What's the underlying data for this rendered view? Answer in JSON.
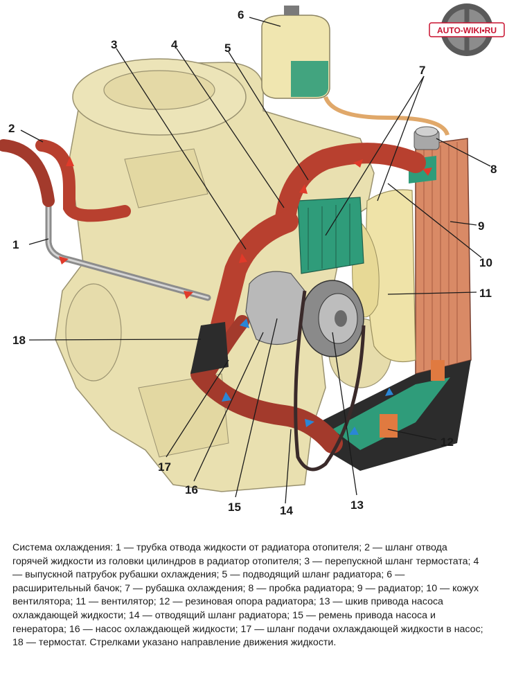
{
  "logo": {
    "text": "AUTO-WIKI•RU"
  },
  "callouts": [
    {
      "num": "1"
    },
    {
      "num": "2"
    },
    {
      "num": "3"
    },
    {
      "num": "4"
    },
    {
      "num": "5"
    },
    {
      "num": "6"
    },
    {
      "num": "7"
    },
    {
      "num": "8"
    },
    {
      "num": "9"
    },
    {
      "num": "10"
    },
    {
      "num": "11"
    },
    {
      "num": "12"
    },
    {
      "num": "13"
    },
    {
      "num": "14"
    },
    {
      "num": "15"
    },
    {
      "num": "16"
    },
    {
      "num": "17"
    },
    {
      "num": "18"
    }
  ],
  "caption": "Система охлаждения: 1 — трубка отвода жидкости от радиатора отопителя; 2 — шланг отвода горячей жидкости из головки цилиндров в радиатор отопителя; 3 — перепускной шланг термостата; 4 — выпускной патрубок рубашки охлаждения; 5 — подводящий шланг радиатора; 6 — расширительный бачок; 7 — рубашка охлаждения; 8 — пробка радиатора; 9 — радиатор; 10 — кожух вентилятора; 11 — вентилятор; 12 — резиновая опора радиатора; 13 — шкив привода насоса охлаждающей жидкости; 14 — отводящий шланг радиатора; 15 — ремень привода насоса и генератора; 16 — насос охлаждающей жидкости; 17 — шланг подачи охлаждающей жидкости в насос; 18 — термостат. Стрелками указано направление движения жидкости.",
  "colors": {
    "engine": "#e9e0b0",
    "engine_stroke": "#9a9270",
    "hose_hot": "#b8402f",
    "hose_cool": "#a33a2c",
    "coolant": "#2f9c7a",
    "radiator": "#d98a66",
    "tank": "#f0e6b0",
    "fan": "#efe3a8",
    "pump": "#b9b9b9",
    "arrow_hot": "#e03a2a",
    "arrow_cool": "#2a86d6",
    "logo_red": "#c8102e"
  }
}
